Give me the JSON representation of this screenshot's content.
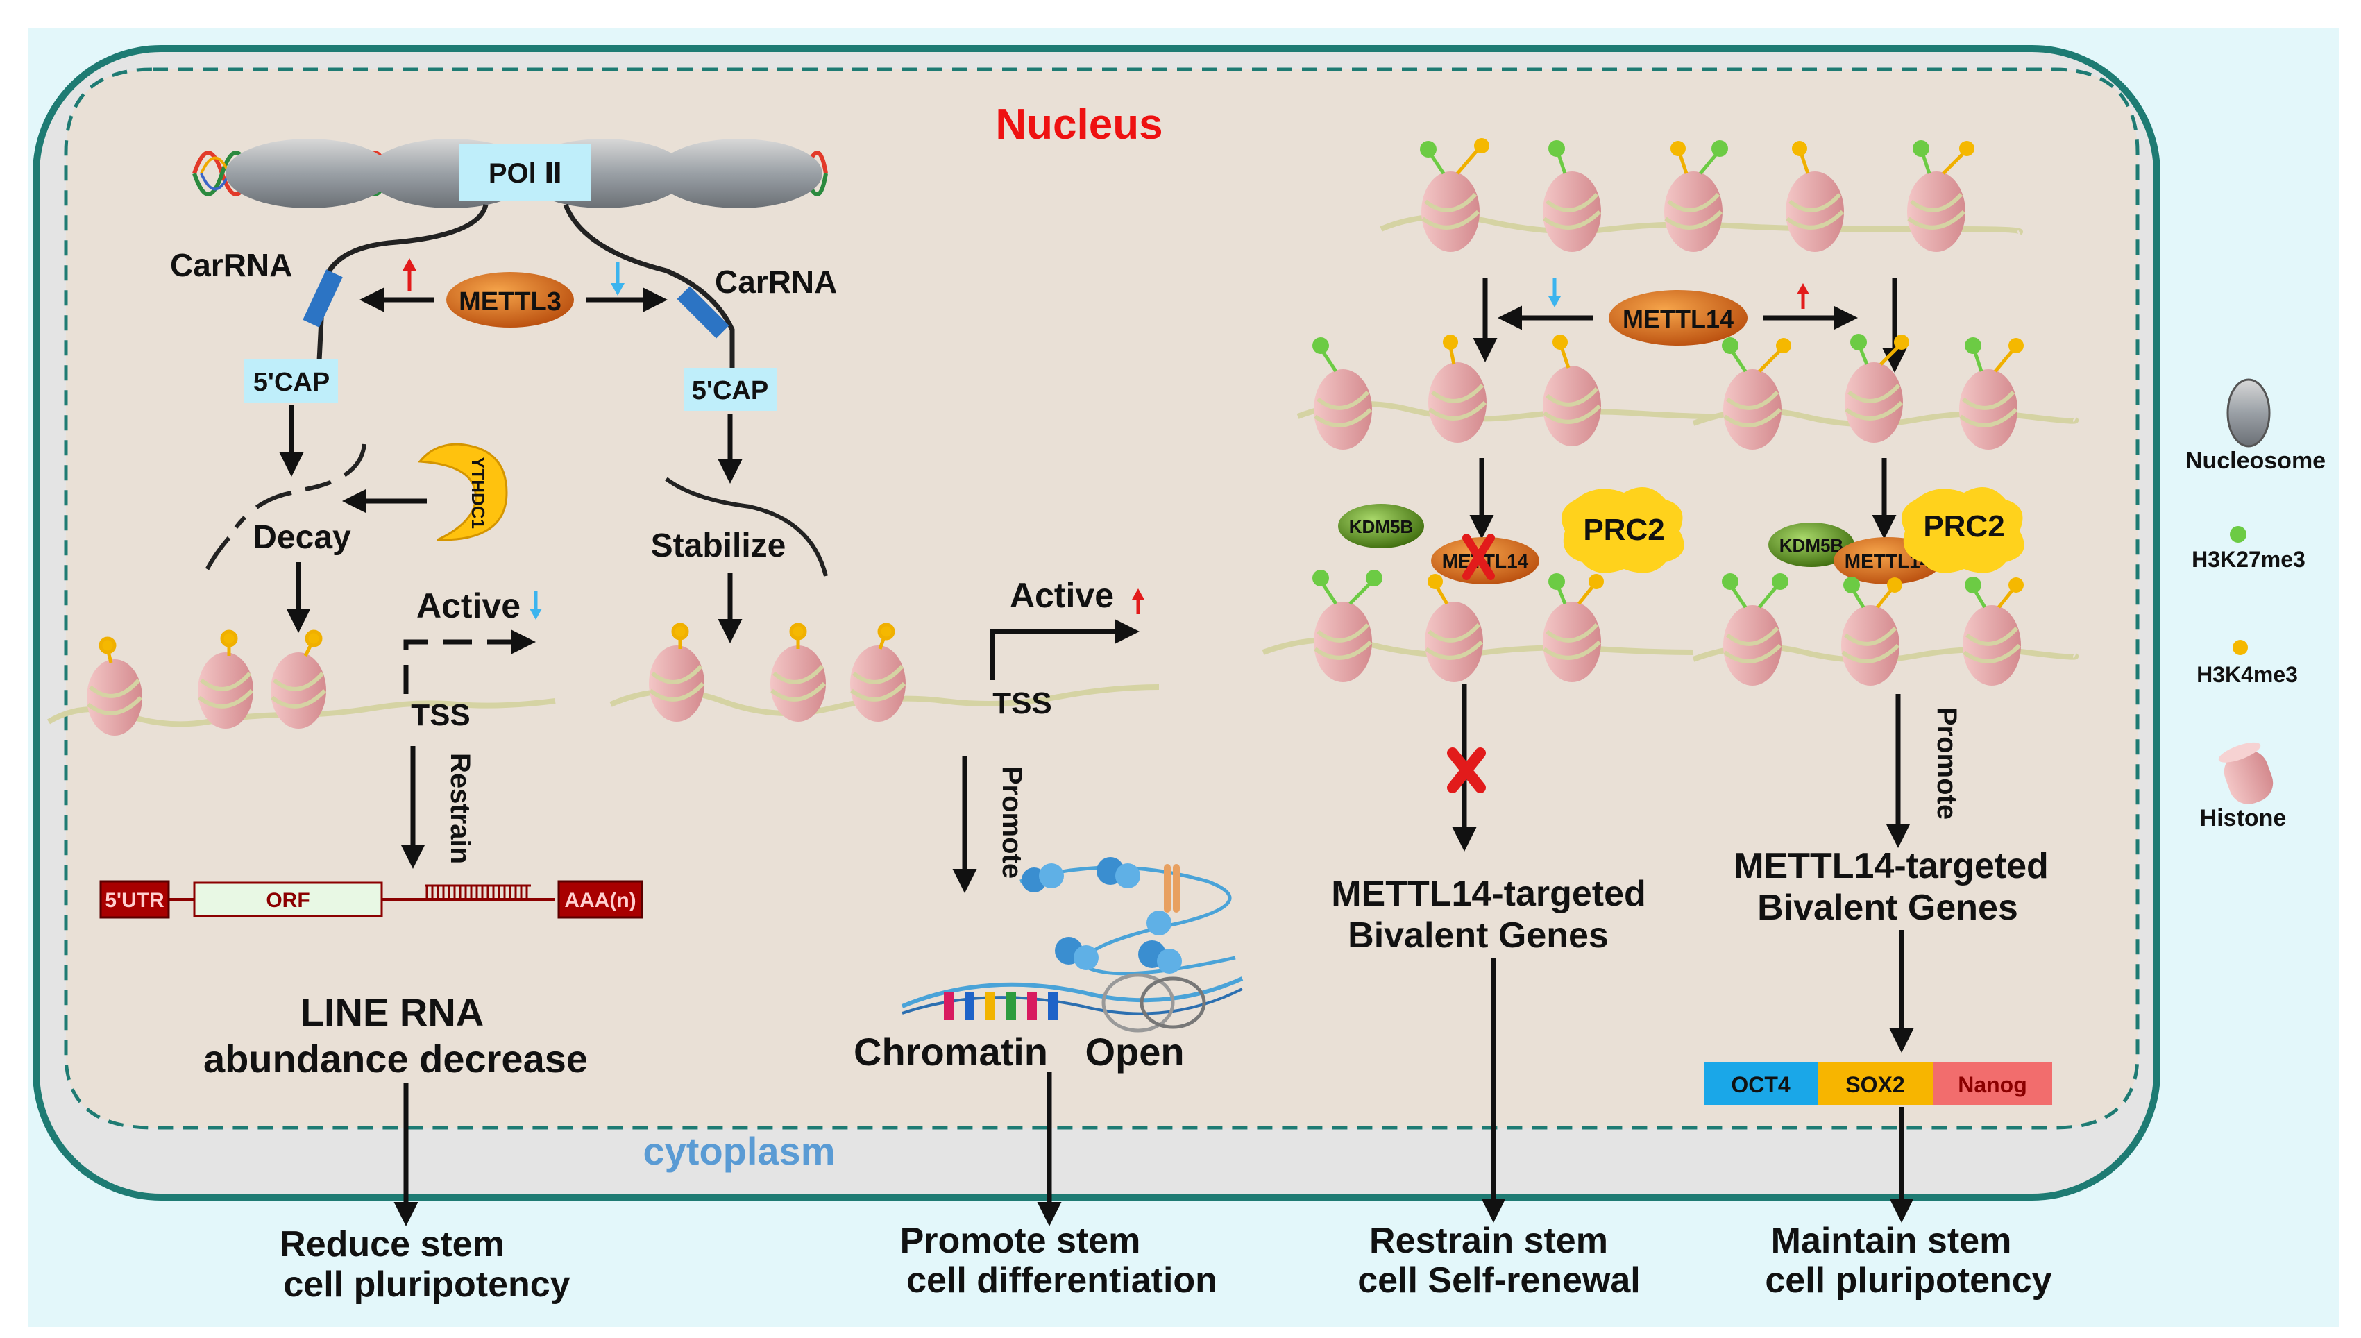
{
  "colors": {
    "cell_outer": "#e3f7fa",
    "cytoplasm_band": "#e4e4e4",
    "nucleus_fill": "#e9e0d6",
    "membrane": "#1e7b73",
    "nucleus_title": "#ee1111",
    "cytoplasm_label": "#5a9bd4",
    "label_box": "#bfeefa",
    "histone": "#e8a8ad",
    "dna_line": "#d5d3a3",
    "h3k4me3": "#f5b800",
    "h3k27me3": "#6ccb44",
    "red_up": "#e21b1b",
    "blue_down": "#3cb4ee",
    "mettl": "#d9671c",
    "prc2": "#ffd21c",
    "kdm5b": "#5f9e1c",
    "rna_dark": "#8b0000",
    "oct4": "#1aa7e8",
    "sox2": "#f7b500",
    "nanog": "#f26d6d"
  },
  "labels": {
    "nucleus": "Nucleus",
    "cytoplasm": "cytoplasm",
    "pol2": "POl Ⅱ",
    "carrna_left": "CarRNA",
    "carrna_right": "CarRNA",
    "mettl3": "METTL3",
    "cap_left": "5'CAP",
    "cap_right": "5'CAP",
    "ythdc1": "YTHDC1",
    "decay": "Decay",
    "stabilize": "Stabilize",
    "active_left": "Active",
    "active_right": "Active",
    "tss_left": "TSS",
    "tss_right": "TSS",
    "restrain": "Restrain",
    "promote_mid": "Promote",
    "utr5": "5'UTR",
    "orf": "ORF",
    "polya": "AAA(n)",
    "line_rna_1": "LINE RNA",
    "line_rna_2": "abundance decrease",
    "chromatin": "Chromatin",
    "open": "Open",
    "mettl14_top": "METTL14",
    "kdm5b_left": "KDM5B",
    "kdm5b_right": "KDM5B",
    "prc2_left": "PRC2",
    "prc2_right": "PRC2",
    "mettl14_left": "METTL14",
    "mettl14_right": "METTL14",
    "bivalent_left_1": "METTL14-targeted",
    "bivalent_left_2": "Bivalent Genes",
    "bivalent_right_1": "METTL14-targeted",
    "bivalent_right_2": "Bivalent Genes",
    "promote_right": "Promote",
    "oct4": "OCT4",
    "sox2": "SOX2",
    "nanog": "Nanog"
  },
  "outcomes": {
    "reduce_1": "Reduce stem",
    "reduce_2": "cell pluripotency",
    "diff_1": "Promote stem",
    "diff_2": "cell  differentiation",
    "renew_1": "Restrain stem",
    "renew_2": "cell Self-renewal",
    "maintain_1": "Maintain stem",
    "maintain_2": "cell pluripotency"
  },
  "legend": {
    "nucleosome": "Nucleosome",
    "h3k27me3": "H3K27me3",
    "h3k4me3": "H3K4me3",
    "histone": "Histone"
  }
}
